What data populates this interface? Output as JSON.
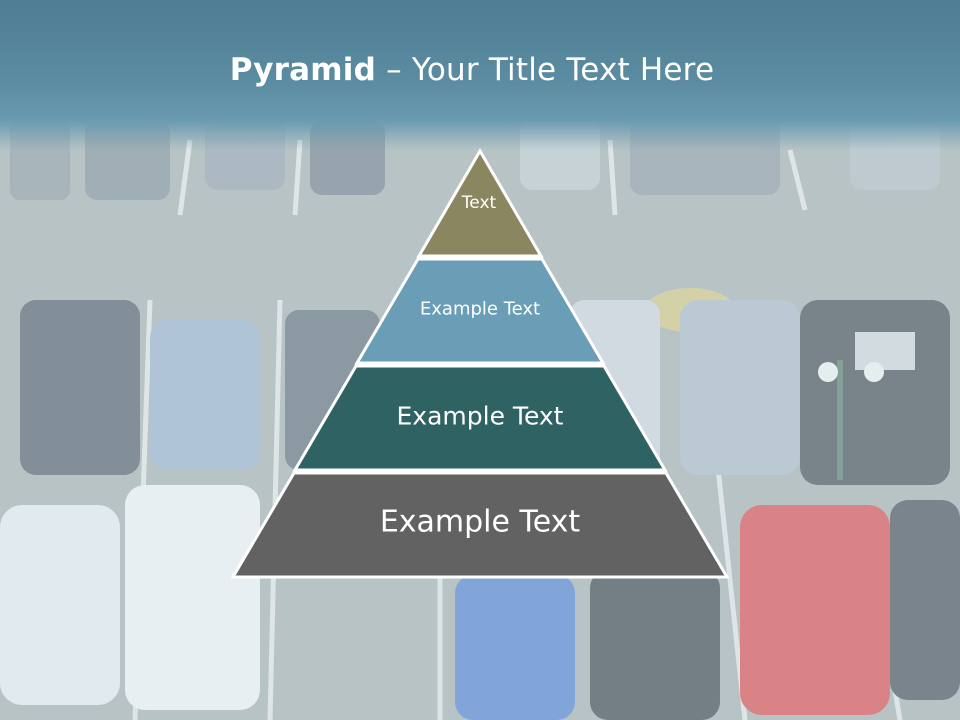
{
  "slide": {
    "title_bold": "Pyramid",
    "title_rest": " – Your Title Text Here"
  },
  "pyramid": {
    "tiers": [
      {
        "label": "Text",
        "color": "#8a8660"
      },
      {
        "label": "Example Text",
        "color": "#6a9db6"
      },
      {
        "label": "Example Text",
        "color": "#2f6262"
      },
      {
        "label": "Example Text",
        "color": "#626262"
      }
    ],
    "outline_color": "#ffffff"
  },
  "colors": {
    "title_band": "#5b8ca2",
    "asphalt": "#9aa6a6"
  }
}
